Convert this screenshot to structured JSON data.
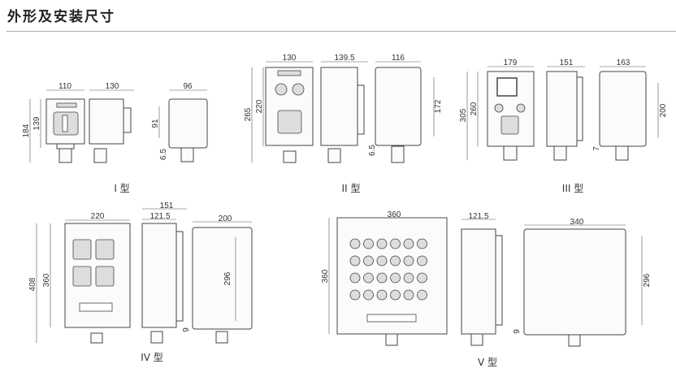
{
  "title": "外形及安装尺寸",
  "types": [
    {
      "label": "I 型",
      "dims": {
        "front_width": "110",
        "side_width": "130",
        "back_width": "96",
        "total_height": "184",
        "front_height": "139",
        "mount_height": "91",
        "mount_offset": "6.5"
      }
    },
    {
      "label": "II 型",
      "dims": {
        "front_width": "130",
        "side_width": "139.5",
        "back_width": "116",
        "total_height": "265",
        "front_height": "220",
        "mount_height": "172",
        "mount_offset": "6.5"
      }
    },
    {
      "label": "III 型",
      "dims": {
        "front_width": "179",
        "side_width": "151",
        "back_width": "163",
        "total_height": "305",
        "front_height": "260",
        "mount_height": "200",
        "mount_offset": "7"
      }
    },
    {
      "label": "IV 型",
      "dims": {
        "front_width": "220",
        "side_width": "151",
        "side_inner_width": "121.5",
        "back_width": "200",
        "total_height": "408",
        "front_height": "360",
        "mount_height": "296",
        "mount_offset": "9"
      }
    },
    {
      "label": "V 型",
      "dims": {
        "front_width": "360",
        "side_width": "121.5",
        "back_width": "340",
        "front_height": "360",
        "mount_height": "296",
        "mount_offset": "9"
      }
    }
  ]
}
